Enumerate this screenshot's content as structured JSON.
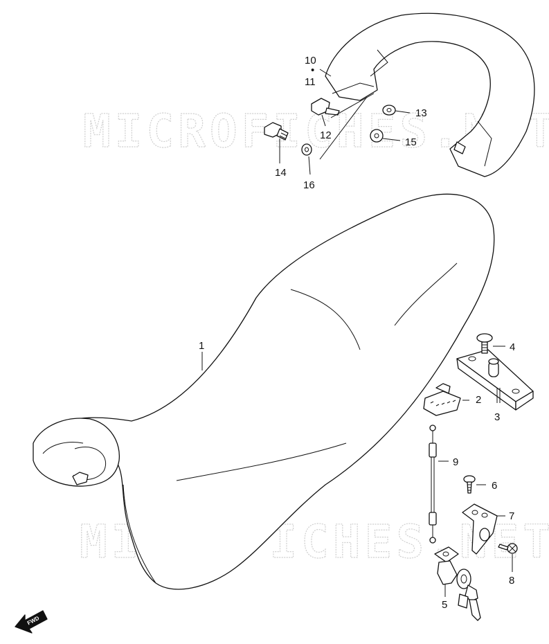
{
  "watermark": "MICROFICHES.NET",
  "fwd_label": "FWD",
  "callouts": {
    "p1": "1",
    "p2": "2",
    "p3": "3",
    "p4": "4",
    "p5": "5",
    "p6": "6",
    "p7": "7",
    "p8": "8",
    "p9": "9",
    "p10": "10",
    "p11": "11",
    "p12": "12",
    "p13": "13",
    "p14": "14",
    "p15": "15",
    "p16": "16"
  },
  "callout_separator": "•"
}
